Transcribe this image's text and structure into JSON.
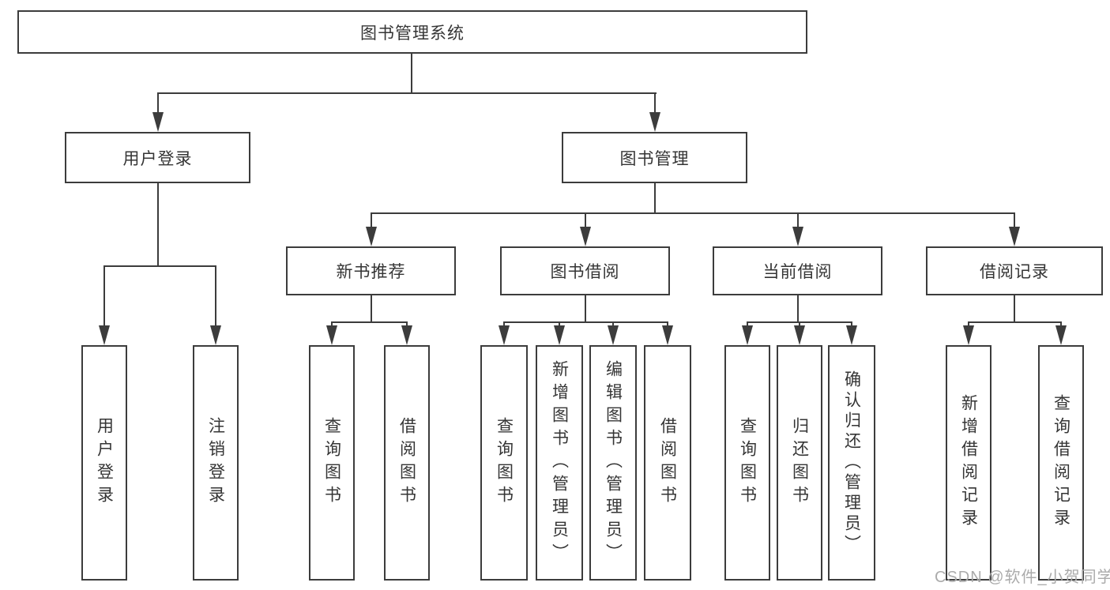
{
  "tree": {
    "root": {
      "label": "图书管理系统"
    },
    "children": [
      {
        "label": "用户登录",
        "children": [
          {
            "label": "用户登录"
          },
          {
            "label": "注销登录"
          }
        ]
      },
      {
        "label": "图书管理",
        "children": [
          {
            "label": "新书推荐",
            "children": [
              {
                "label": "查询图书"
              },
              {
                "label": "借阅图书"
              }
            ]
          },
          {
            "label": "图书借阅",
            "children": [
              {
                "label": "查询图书"
              },
              {
                "label": "新增图书（管理员）"
              },
              {
                "label": "编辑图书（管理员）"
              },
              {
                "label": "借阅图书"
              }
            ]
          },
          {
            "label": "当前借阅",
            "children": [
              {
                "label": "查询图书"
              },
              {
                "label": "归还图书"
              },
              {
                "label": "确认归还（管理员）"
              }
            ]
          },
          {
            "label": "借阅记录",
            "children": [
              {
                "label": "新增借阅记录"
              },
              {
                "label": "查询借阅记录"
              }
            ]
          }
        ]
      }
    ]
  },
  "watermark": {
    "text": "CSDN @软件_小贺同学"
  },
  "colors": {
    "line": "#3c3c3c",
    "text": "#353535",
    "watermark": "#ababab",
    "background": "#ffffff"
  }
}
